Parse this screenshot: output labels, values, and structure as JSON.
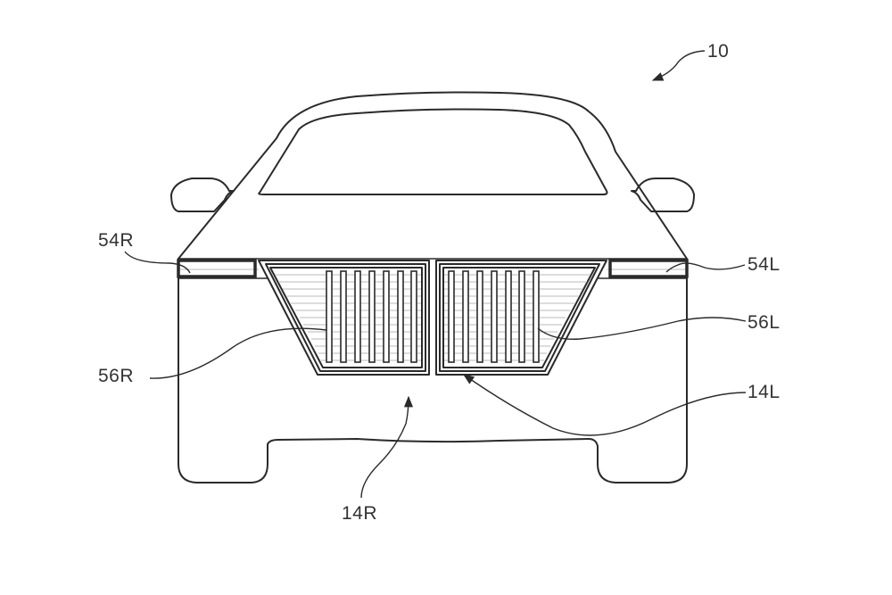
{
  "figure": {
    "type": "patent-drawing",
    "subject": "vehicle front view with split grille",
    "line_color": "#2a2a2a",
    "background": "#ffffff"
  },
  "labels": {
    "vehicle": "10",
    "lamp_right": "54R",
    "lamp_left": "54L",
    "grille_pattern_right": "56R",
    "grille_pattern_left": "56L",
    "grille_right": "14R",
    "grille_left": "14L"
  },
  "grille": {
    "vertical_slats_per_side": 7
  }
}
